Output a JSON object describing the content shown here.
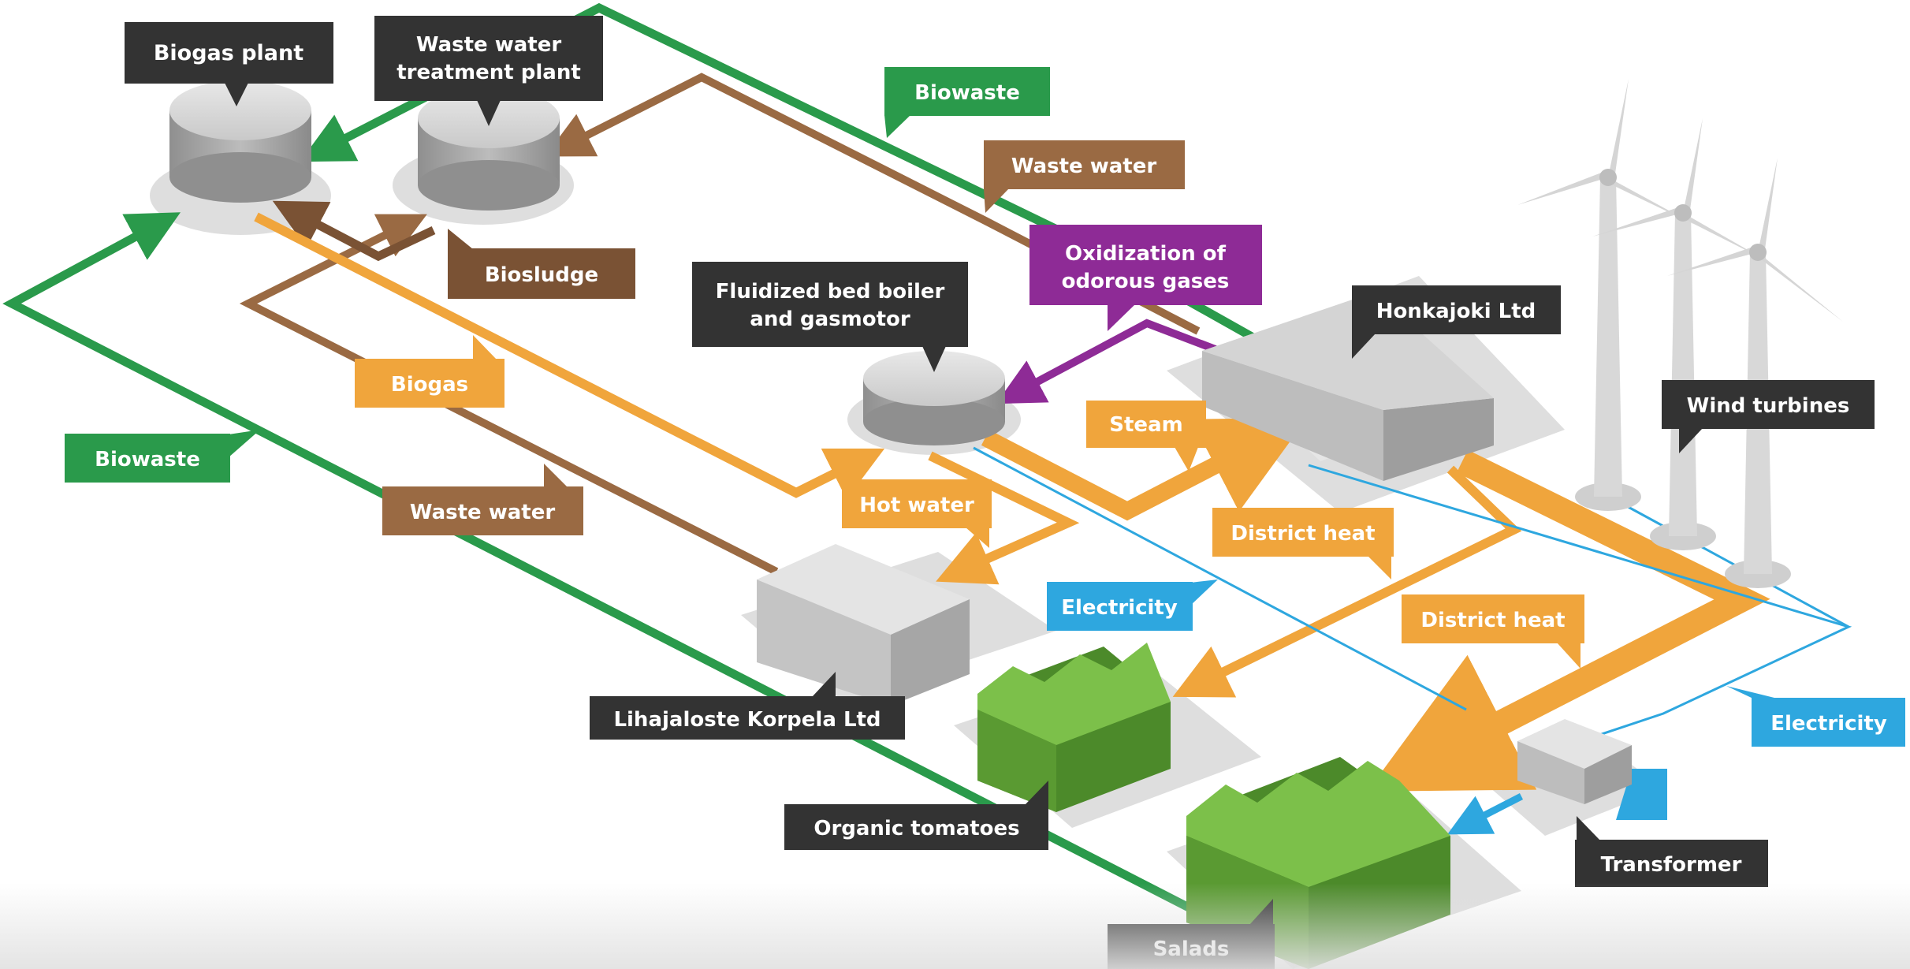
{
  "colors": {
    "biowaste_green": "#2a9a4b",
    "waste_water_brown": "#9a6a43",
    "biosludge_brown": "#7a5234",
    "biogas_orange": "#f0a53c",
    "electricity_blue": "#2ea7df",
    "oxidization_purple": "#8e2b96",
    "building_label_dark": "#333333",
    "greenhouse_green": "#6aa83a"
  },
  "labels": {
    "biogas_plant": "Biogas plant",
    "wwtp_line1": "Waste water",
    "wwtp_line2": "treatment plant",
    "biowaste_top": "Biowaste",
    "waste_water_top": "Waste water",
    "biosludge": "Biosludge",
    "oxidization_line1": "Oxidization of",
    "oxidization_line2": "odorous gases",
    "boiler_line1": "Fluidized bed boiler",
    "boiler_line2": "and gasmotor",
    "honkajoki": "Honkajoki Ltd",
    "wind_turbines": "Wind turbines",
    "biogas": "Biogas",
    "steam": "Steam",
    "biowaste_left": "Biowaste",
    "hot_water": "Hot water",
    "district_heat_1": "District heat",
    "waste_water_mid": "Waste water",
    "electricity_mid": "Electricity",
    "district_heat_2": "District heat",
    "lihajaloste": "Lihajaloste Korpela Ltd",
    "electricity_right": "Electricity",
    "organic_tomatoes": "Organic tomatoes",
    "transformer": "Transformer",
    "salads": "Salads"
  }
}
